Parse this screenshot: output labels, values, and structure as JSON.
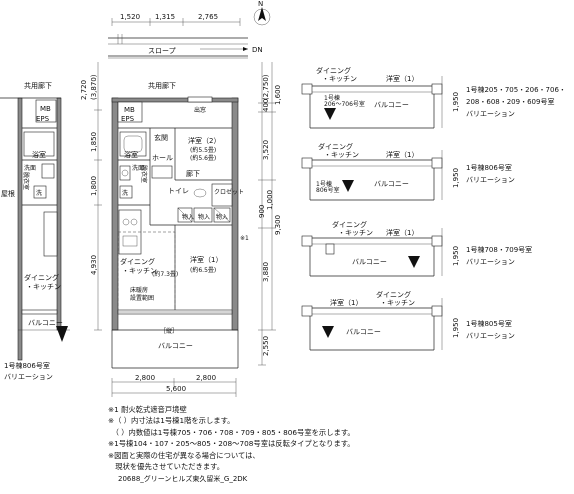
{
  "main_plan": {
    "top_dims": [
      "1,520",
      "1,315",
      "2,765"
    ],
    "bottom_dims": [
      "2,800",
      "2,800",
      "5,600"
    ],
    "left_dims": [
      "2,720",
      "(3,870)",
      "1,850",
      "1,800",
      "4,930"
    ],
    "right_dims": [
      "(2,750)",
      "400",
      "1,600",
      "3,520",
      "900",
      "1,000",
      "9,300",
      "3,880",
      "2,550"
    ],
    "labels": {
      "slope": "スロープ",
      "dn": "DN",
      "corridor": "共用廊下",
      "entrance_pt": "出窓",
      "mb": "MB",
      "eps": "EPS",
      "genkan": "玄関",
      "yoshitsu2": "洋室（2）",
      "yoshitsu2_size": "(約5.5畳)",
      "yoshitsu2_size2": "(約5.6畳)",
      "hall": "ホール",
      "yokushitsu": "浴室",
      "senmen": "洗面",
      "datsui": "脱衣室",
      "sen": "洗",
      "rouka": "廊下",
      "toilet": "トイレ",
      "closet": "クロゼット",
      "monoire": "物入",
      "dk": "ダイニング",
      "dk2": "・キッチン",
      "dk_size": "(約7.3畳)",
      "yoshitsu1": "洋室（1）",
      "yoshitsu1_size": "(約6.5畳)",
      "floor_heating": "床暖房",
      "floor_heating2": "設置範囲",
      "note_mark": "※1",
      "balcony": "バルコニー",
      "hiroi": "［縦］",
      "north": "N"
    }
  },
  "left_partial": {
    "corridor": "共用廊下",
    "mb": "MB",
    "eps": "EPS",
    "yokushitsu": "浴室",
    "senmen": "洗面",
    "datsui": "脱衣室",
    "sen": "洗",
    "roof": "屋根",
    "dk": "ダイニング",
    "dk2": "・キッチン",
    "balcony": "バルコニー",
    "caption1": "1号棟806号室",
    "caption2": "バリエーション"
  },
  "variations": [
    {
      "dk": "ダイニング",
      "dk2": "・キッチン",
      "room": "洋室（1）",
      "note": "1号棟",
      "note2": "206～706号室",
      "balcony": "バルコニー",
      "dim": "1,950",
      "caption": "1号棟205・705・206・706・",
      "caption2": "208・608・209・609号室",
      "caption3": "バリエーション"
    },
    {
      "dk": "ダイニング",
      "dk2": "・キッチン",
      "room": "洋室（1）",
      "note": "1号棟",
      "note2": "806号室",
      "balcony": "バルコニー",
      "dim": "1,950",
      "caption": "1号棟806号室",
      "caption2": "バリエーション",
      "caption3": ""
    },
    {
      "dk": "ダイニング",
      "dk2": "・キッチン",
      "room": "洋室（1）",
      "note": "",
      "note2": "",
      "balcony": "バルコニー",
      "dim": "1,950",
      "caption": "1号棟708・709号室",
      "caption2": "バリエーション",
      "caption3": ""
    },
    {
      "dk": "ダイニング",
      "dk2": "・キッチン",
      "room": "洋室（1）",
      "note": "",
      "note2": "",
      "balcony": "バルコニー",
      "dim": "1,950",
      "caption": "1号棟805号室",
      "caption2": "バリエーション",
      "caption3": ""
    }
  ],
  "notes": [
    "※1  耐火乾式遮音戸境壁",
    "※（  ）内寸法は1号棟1階を示します。",
    "　（  ）内数値は1号棟705・706・708・709・805・806号室を示します。",
    "※1号棟104・107・205～805・208～708号室は反転タイプとなります。",
    "※図面と実際の住宅が異なる場合については、",
    "　現状を優先させていただきます。"
  ],
  "footer": "20688_グリーンヒルズ東久留米_G_2DK"
}
